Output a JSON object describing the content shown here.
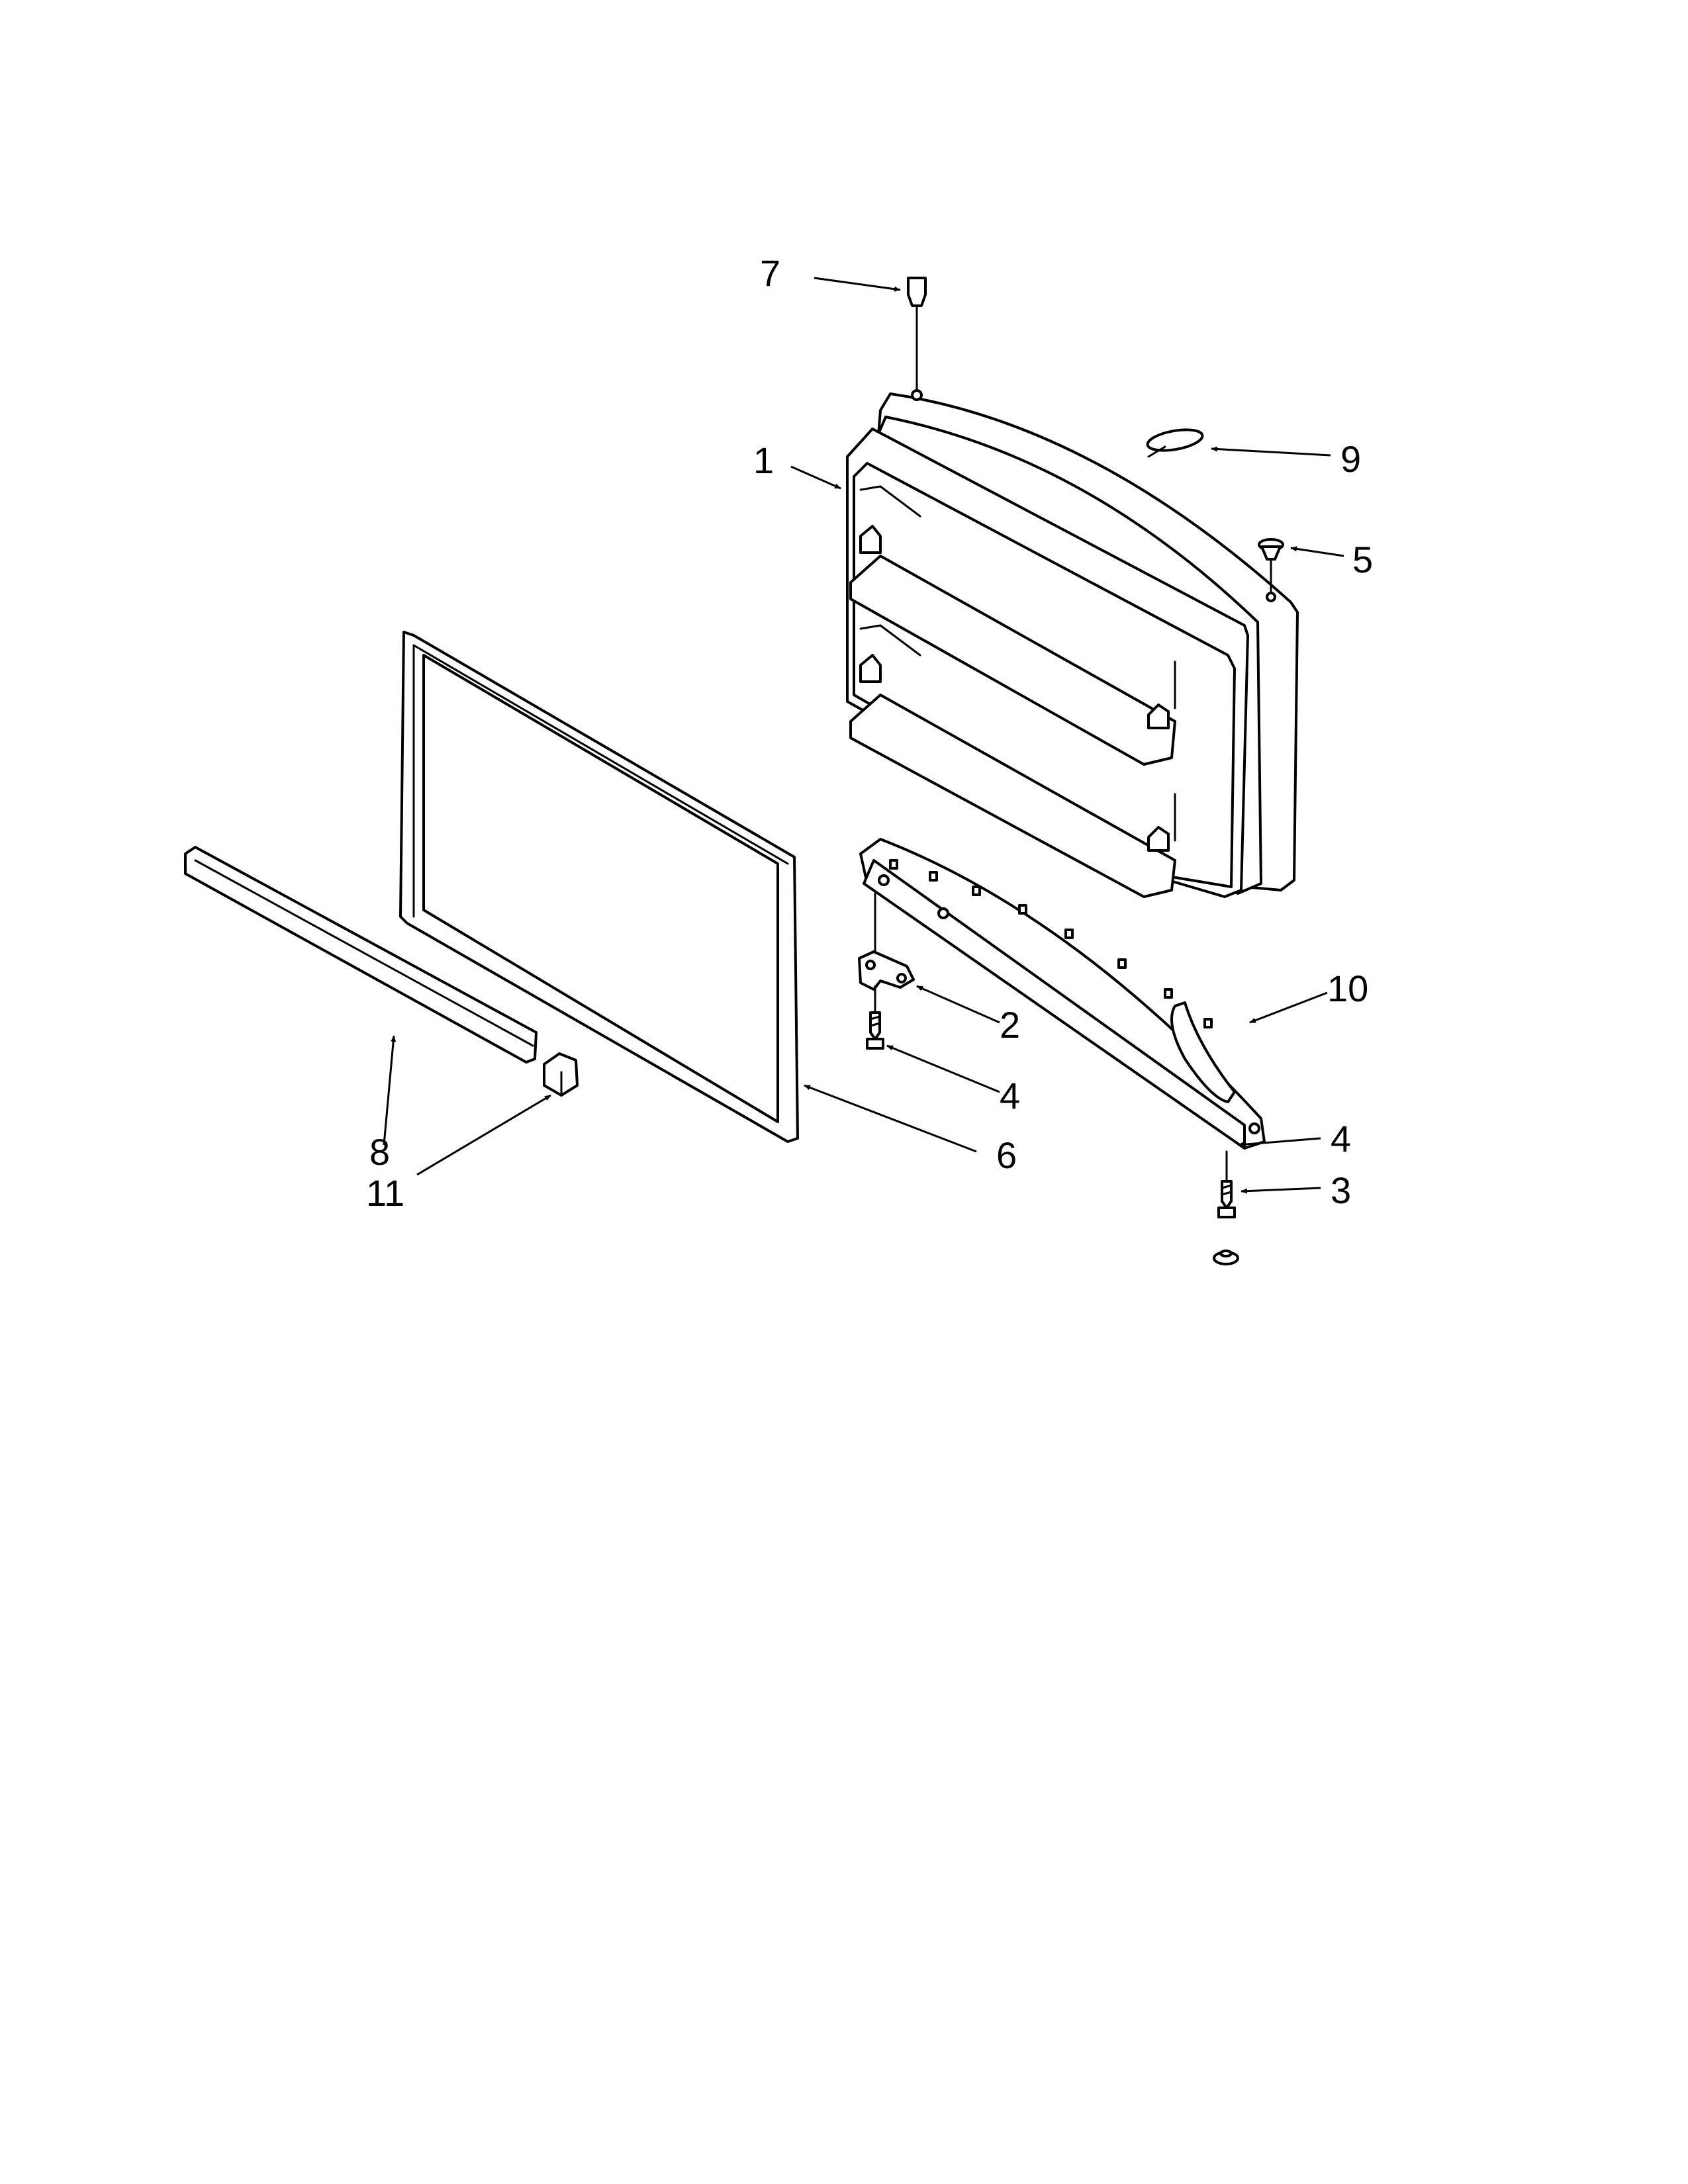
{
  "diagram": {
    "callouts": [
      {
        "id": "c7",
        "text": "7"
      },
      {
        "id": "c1",
        "text": "1"
      },
      {
        "id": "c9",
        "text": "9"
      },
      {
        "id": "c5",
        "text": "5"
      },
      {
        "id": "c10",
        "text": "10"
      },
      {
        "id": "c2",
        "text": "2"
      },
      {
        "id": "c4a",
        "text": "4"
      },
      {
        "id": "c6",
        "text": "6"
      },
      {
        "id": "c4b",
        "text": "4"
      },
      {
        "id": "c3",
        "text": "3"
      },
      {
        "id": "c8",
        "text": "8"
      },
      {
        "id": "c11",
        "text": "11"
      }
    ]
  }
}
